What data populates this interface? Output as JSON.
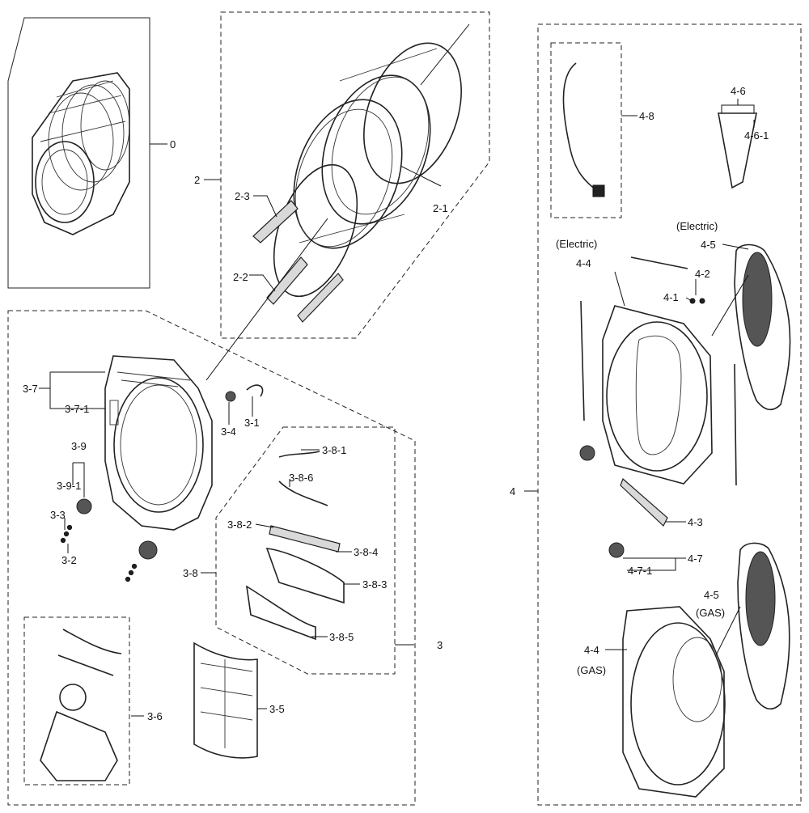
{
  "labels": {
    "l0": "0",
    "l2": "2",
    "l2_1": "2-1",
    "l2_2": "2-2",
    "l2_3": "2-3",
    "l3": "3",
    "l3_1": "3-1",
    "l3_2": "3-2",
    "l3_3": "3-3",
    "l3_4": "3-4",
    "l3_5": "3-5",
    "l3_6": "3-6",
    "l3_7": "3-7",
    "l3_7_1": "3-7-1",
    "l3_8": "3-8",
    "l3_8_1": "3-8-1",
    "l3_8_2": "3-8-2",
    "l3_8_3": "3-8-3",
    "l3_8_4": "3-8-4",
    "l3_8_5": "3-8-5",
    "l3_8_6": "3-8-6",
    "l3_9": "3-9",
    "l3_9_1": "3-9-1",
    "l4": "4",
    "l4_1": "4-1",
    "l4_2": "4-2",
    "l4_3": "4-3",
    "l4_4a": "4-4",
    "l4_4b": "4-4",
    "l4_5a": "4-5",
    "l4_5b": "4-5",
    "l4_6": "4-6",
    "l4_6_1": "4-6-1",
    "l4_7": "4-7",
    "l4_7_1": "4-7-1",
    "l4_8": "4-8",
    "electric_a": "(Electric)",
    "electric_b": "(Electric)",
    "gas_a": "(GAS)",
    "gas_b": "(GAS)"
  }
}
